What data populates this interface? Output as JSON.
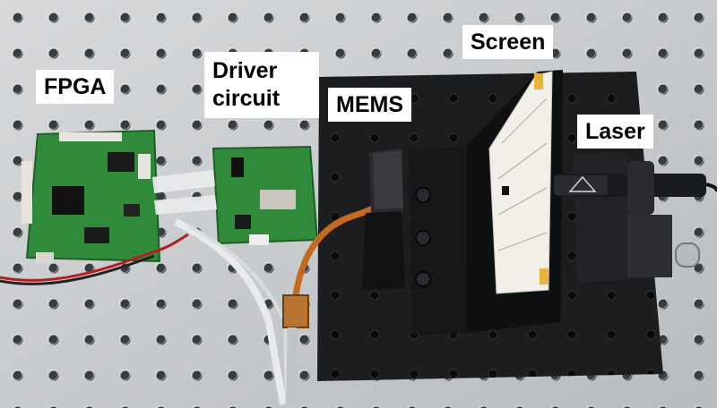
{
  "labels": {
    "fpga": "FPGA",
    "driver": "Driver circuit",
    "mems": "MEMS",
    "screen": "Screen",
    "laser": "Laser"
  },
  "colors": {
    "table": "#cfd2d4",
    "hole": "#3a3d40",
    "pcb": "#2f8a3a",
    "breadboard": "#1c1d1f",
    "flex_cable": "#c46a1e",
    "label_bg": "#ffffff",
    "label_text": "#000000"
  }
}
